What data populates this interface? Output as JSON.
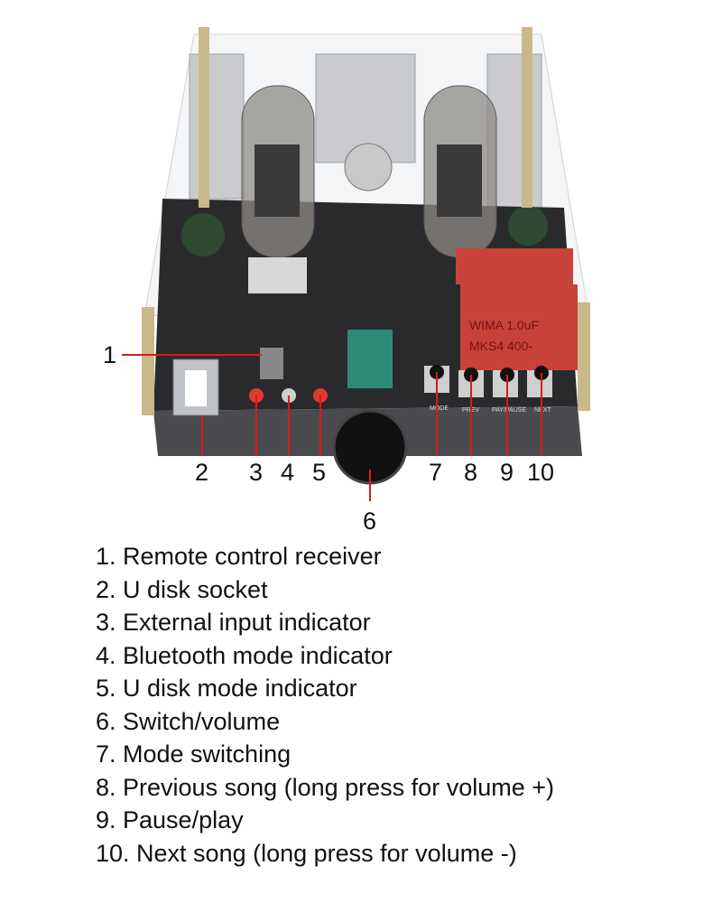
{
  "callouts": [
    "1",
    "2",
    "3",
    "4",
    "5",
    "6",
    "7",
    "8",
    "9",
    "10"
  ],
  "board_labels": {
    "mode": "MODE",
    "prev": "PREV",
    "pause": "PAY/PAUSE",
    "next": "NEXT",
    "cap_top": "WIMA 1.0uF",
    "cap_bottom": "MKS4 400-"
  },
  "legend": [
    "1. Remote control receiver",
    "2. U disk socket",
    "3. External input indicator",
    "4. Bluetooth mode indicator",
    "5. U disk mode indicator",
    "6. Switch/volume",
    "7. Mode switching",
    "8. Previous song (long press for volume +)",
    "9. Pause/play",
    "10. Next song (long press for volume -)"
  ],
  "colors": {
    "callout_line": "#e0161b",
    "board": "#2a2a2c",
    "heatsink": "#c9cbce",
    "capacitor": "#c8423a"
  }
}
